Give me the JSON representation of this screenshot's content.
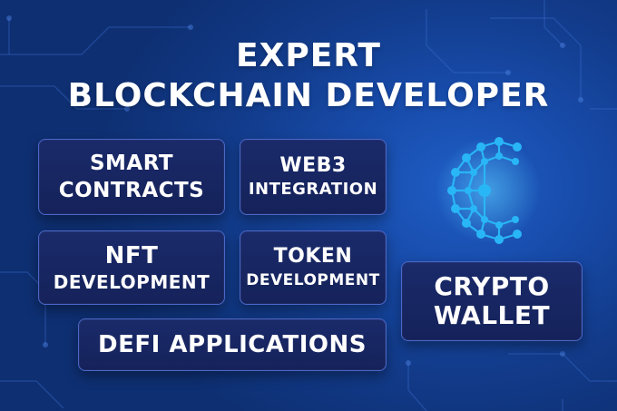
{
  "title": {
    "line1": "EXPERT",
    "line2": "BLOCKCHAIN DEVELOPER"
  },
  "cards": {
    "smart_contracts": {
      "line1": "SMART",
      "line2": "CONTRACTS"
    },
    "web3_integration": {
      "line1": "WEB3",
      "line2": "INTEGRATION"
    },
    "nft_development": {
      "line1": "NFT",
      "line2": "DEVELOPMENT"
    },
    "token_development": {
      "line1": "TOKEN",
      "line2": "DEVELOPMENT"
    },
    "defi_applications": {
      "label": "DEFI APPLICATIONS"
    },
    "crypto_wallet": {
      "line1": "CRYPTO",
      "line2": "WALLET"
    }
  },
  "logo": {
    "icon": "blockchain-c-logo-icon"
  },
  "colors": {
    "background": "#174aa8",
    "card_fill": "#1a2a6a",
    "card_border": "#4b67c9",
    "logo_cyan": "#29b6f6",
    "text": "#ffffff"
  }
}
